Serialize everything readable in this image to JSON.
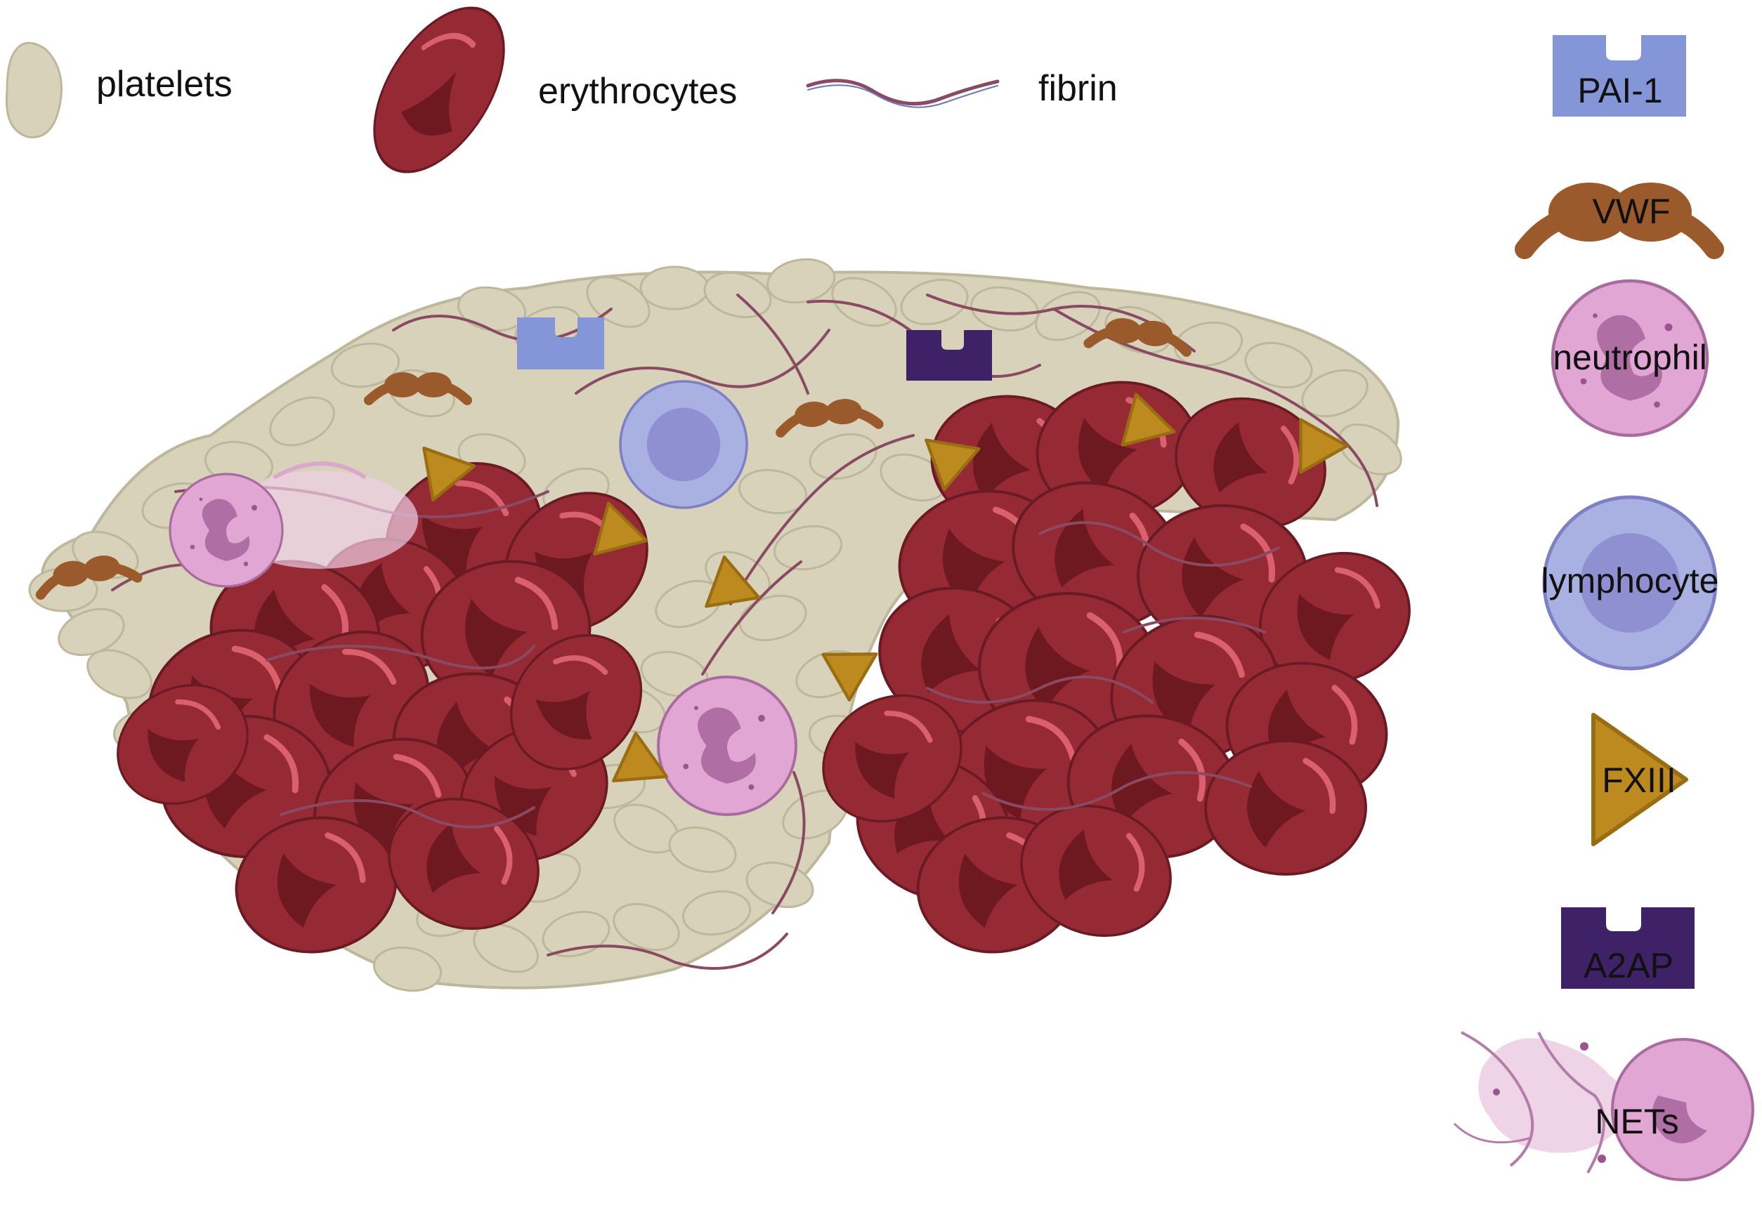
{
  "legend_top": {
    "platelets": "platelets",
    "erythrocytes": "erythrocytes",
    "fibrin": "fibrin"
  },
  "legend_side": {
    "pai1": "PAI-1",
    "vwf": "VWF",
    "neutrophil": "neutrophil",
    "lymphocyte": "lymphocyte",
    "fxiii": "FXIII",
    "a2ap": "A2AP",
    "nets": "NETs"
  },
  "colors": {
    "platelet": "#d8d2bb",
    "platelet_stroke": "#b8b298",
    "erythrocyte": "#952a35",
    "erythrocyte_dark": "#6e1820",
    "erythrocyte_stroke": "#6a1a22",
    "fibrin": "#8a4a62",
    "pai1": "#8496d8",
    "a2ap": "#3f2168",
    "vwf": "#9a5a2c",
    "fxiii": "#bd8a1f",
    "neutrophil": "#e2a6d4",
    "neutrophil_nucleus": "#b06fa4",
    "lymphocyte": "#a9b1e2",
    "lymphocyte_nucleus": "#8f90d2"
  }
}
